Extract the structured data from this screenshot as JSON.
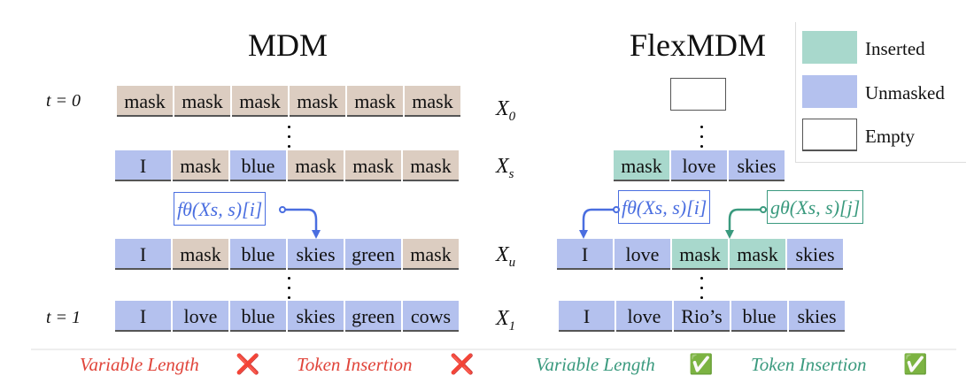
{
  "colors": {
    "masked": "#dccdc1",
    "unmasked": "#b4c1ee",
    "inserted": "#a8d8cc",
    "f_color": "#4a6ee0",
    "g_color": "#3a9a7e",
    "fail": "#e0443a",
    "pass": "#3a9a7e"
  },
  "mdm": {
    "title": "MDM",
    "t0": "t = 0",
    "t1": "t = 1",
    "rows": [
      [
        {
          "t": "mask",
          "c": "tan"
        },
        {
          "t": "mask",
          "c": "tan"
        },
        {
          "t": "mask",
          "c": "tan"
        },
        {
          "t": "mask",
          "c": "tan"
        },
        {
          "t": "mask",
          "c": "tan"
        },
        {
          "t": "mask",
          "c": "tan"
        }
      ],
      [
        {
          "t": "I",
          "c": "blue"
        },
        {
          "t": "mask",
          "c": "tan"
        },
        {
          "t": "blue",
          "c": "blue"
        },
        {
          "t": "mask",
          "c": "tan"
        },
        {
          "t": "mask",
          "c": "tan"
        },
        {
          "t": "mask",
          "c": "tan"
        }
      ],
      [
        {
          "t": "I",
          "c": "blue"
        },
        {
          "t": "mask",
          "c": "tan"
        },
        {
          "t": "blue",
          "c": "blue"
        },
        {
          "t": "skies",
          "c": "blue"
        },
        {
          "t": "green",
          "c": "blue"
        },
        {
          "t": "mask",
          "c": "tan"
        }
      ],
      [
        {
          "t": "I",
          "c": "blue"
        },
        {
          "t": "love",
          "c": "blue"
        },
        {
          "t": "blue",
          "c": "blue"
        },
        {
          "t": "skies",
          "c": "blue"
        },
        {
          "t": "green",
          "c": "blue"
        },
        {
          "t": "cows",
          "c": "blue"
        }
      ]
    ],
    "formula": "fθ(Xs, s)[i]"
  },
  "states": [
    {
      "x": "X",
      "sub": "0"
    },
    {
      "x": "X",
      "sub": "s"
    },
    {
      "x": "X",
      "sub": "u"
    },
    {
      "x": "X",
      "sub": "1"
    }
  ],
  "flex": {
    "title": "FlexMDM",
    "rows": [
      [
        {
          "t": "",
          "c": "empty"
        }
      ],
      [
        {
          "t": "mask",
          "c": "teal"
        },
        {
          "t": "love",
          "c": "blue"
        },
        {
          "t": "skies",
          "c": "blue"
        }
      ],
      [
        {
          "t": "I",
          "c": "blue"
        },
        {
          "t": "love",
          "c": "blue"
        },
        {
          "t": "mask",
          "c": "teal"
        },
        {
          "t": "mask",
          "c": "teal"
        },
        {
          "t": "skies",
          "c": "blue"
        }
      ],
      [
        {
          "t": "I",
          "c": "blue"
        },
        {
          "t": "love",
          "c": "blue"
        },
        {
          "t": "Rio’s",
          "c": "blue"
        },
        {
          "t": "blue",
          "c": "blue"
        },
        {
          "t": "skies",
          "c": "blue"
        }
      ]
    ],
    "f_formula": "fθ(Xs, s)[i]",
    "g_formula": "gθ(Xs, s)[j]"
  },
  "legend": {
    "inserted": "Inserted",
    "unmasked": "Unmasked",
    "empty": "Empty"
  },
  "bottom": {
    "mdm_var": "Variable Length",
    "mdm_tok": "Token Insertion",
    "flex_var": "Variable Length",
    "flex_tok": "Token Insertion",
    "fail": "❌",
    "pass": "✅"
  }
}
